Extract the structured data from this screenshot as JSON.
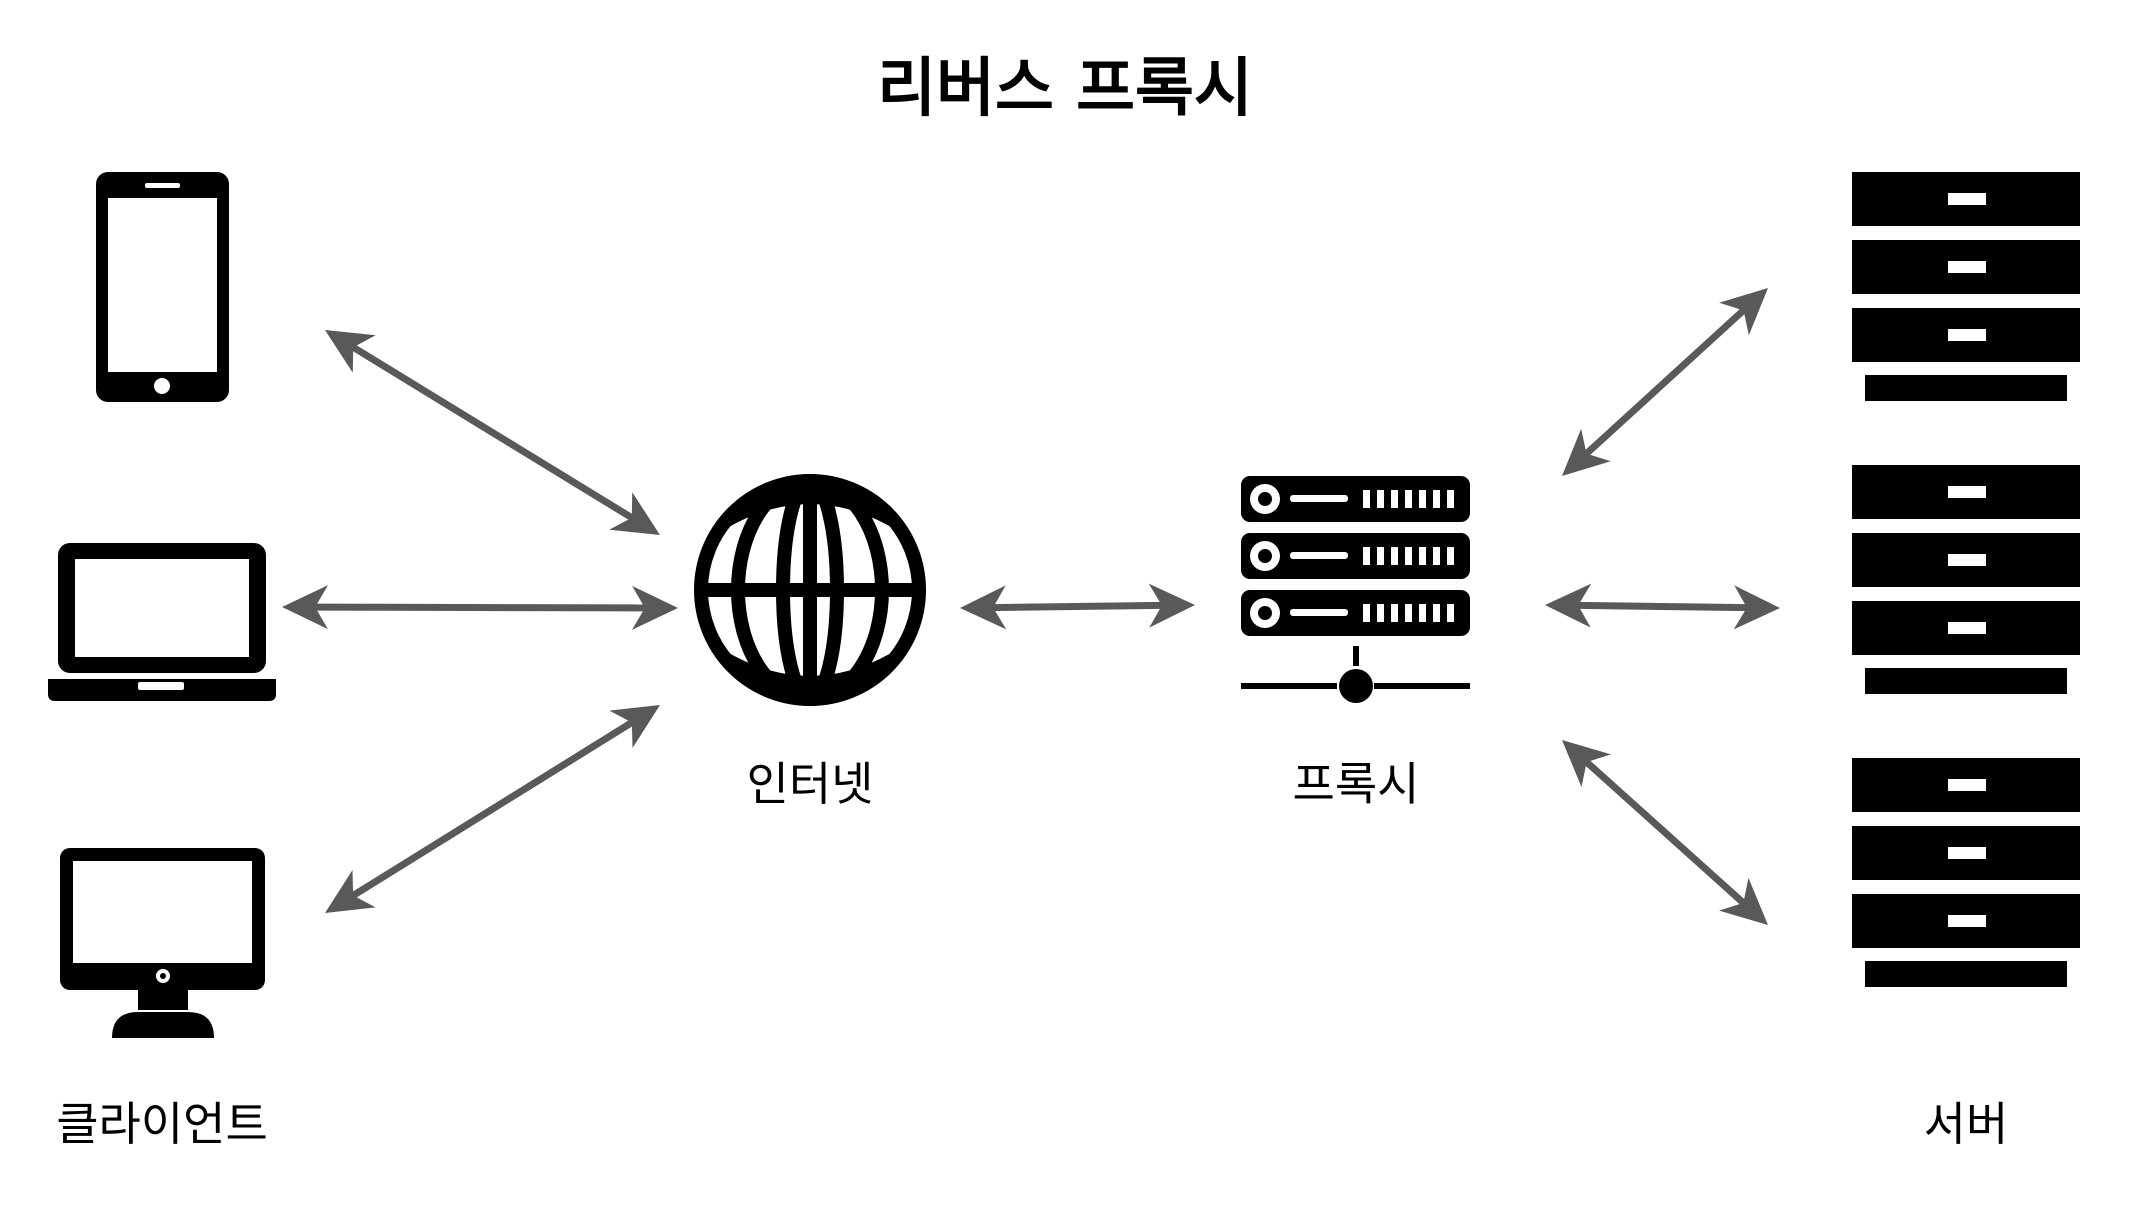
{
  "diagram": {
    "title": "리버스 프록시",
    "labels": {
      "client": "클라이언트",
      "internet": "인터넷",
      "proxy": "프록시",
      "server": "서버"
    },
    "colors": {
      "icon": "#000000",
      "arrow": "#595959",
      "background": "#ffffff"
    },
    "nodes": [
      {
        "id": "smartphone",
        "icon": "smartphone-icon"
      },
      {
        "id": "laptop",
        "icon": "laptop-icon"
      },
      {
        "id": "desktop",
        "icon": "desktop-monitor-icon"
      },
      {
        "id": "internet",
        "icon": "globe-icon"
      },
      {
        "id": "proxy",
        "icon": "server-rack-icon"
      },
      {
        "id": "server-1",
        "icon": "server-cabinet-icon"
      },
      {
        "id": "server-2",
        "icon": "server-cabinet-icon"
      },
      {
        "id": "server-3",
        "icon": "server-cabinet-icon"
      }
    ],
    "edges": [
      {
        "from": "smartphone",
        "to": "internet",
        "direction": "both"
      },
      {
        "from": "laptop",
        "to": "internet",
        "direction": "both"
      },
      {
        "from": "desktop",
        "to": "internet",
        "direction": "both"
      },
      {
        "from": "internet",
        "to": "proxy",
        "direction": "both"
      },
      {
        "from": "proxy",
        "to": "server-1",
        "direction": "both"
      },
      {
        "from": "proxy",
        "to": "server-2",
        "direction": "both"
      },
      {
        "from": "proxy",
        "to": "server-3",
        "direction": "both"
      }
    ]
  }
}
